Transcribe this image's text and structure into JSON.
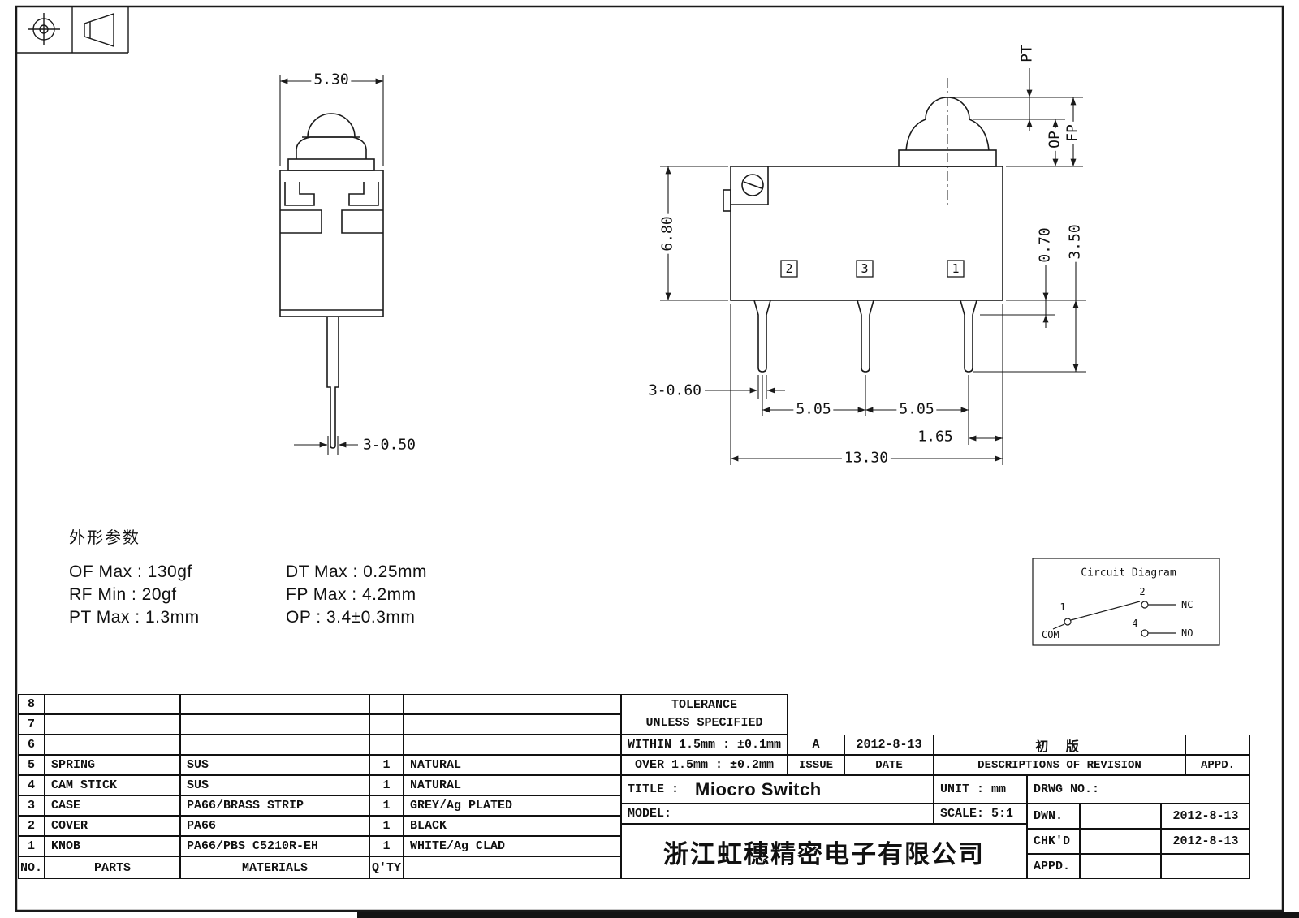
{
  "left_view": {
    "dim_width": "5.30",
    "dim_pin": "3-0.50"
  },
  "right_view": {
    "dim_height": "6.80",
    "dim_pin_width": "3-0.60",
    "dim_pitch_a": "5.05",
    "dim_pitch_b": "5.05",
    "dim_edge": "1.65",
    "dim_total": "13.30",
    "dim_flare": "0.70",
    "dim_pin_len": "3.50",
    "lbl_pt": "PT",
    "lbl_op": "OP",
    "lbl_fp": "FP",
    "terminal_2": "2",
    "terminal_3": "3",
    "terminal_1": "1"
  },
  "params": {
    "heading": "外形参数",
    "col1": [
      "OF Max : 130gf",
      "RF Min : 20gf",
      "PT Max : 1.3mm"
    ],
    "col2": [
      "DT Max : 0.25mm",
      "FP Max : 4.2mm",
      "OP : 3.4±0.3mm"
    ]
  },
  "circuit": {
    "title": "Circuit Diagram",
    "pin_com_no": "1",
    "pin_nc_no": "2",
    "pin_no_no": "4",
    "lbl_com": "COM",
    "lbl_nc": "NC",
    "lbl_no": "NO"
  },
  "parts_list": {
    "rows": [
      {
        "no": "8",
        "parts": "",
        "materials": "",
        "qty": "",
        "finish": ""
      },
      {
        "no": "7",
        "parts": "",
        "materials": "",
        "qty": "",
        "finish": ""
      },
      {
        "no": "6",
        "parts": "",
        "materials": "",
        "qty": "",
        "finish": ""
      },
      {
        "no": "5",
        "parts": "SPRING",
        "materials": "SUS",
        "qty": "1",
        "finish": "NATURAL"
      },
      {
        "no": "4",
        "parts": "CAM STICK",
        "materials": "SUS",
        "qty": "1",
        "finish": "NATURAL"
      },
      {
        "no": "3",
        "parts": "CASE",
        "materials": "PA66/BRASS STRIP",
        "qty": "1",
        "finish": "GREY/Ag PLATED"
      },
      {
        "no": "2",
        "parts": "COVER",
        "materials": "PA66",
        "qty": "1",
        "finish": "BLACK"
      },
      {
        "no": "1",
        "parts": "KNOB",
        "materials": "PA66/PBS C5210R-EH",
        "qty": "1",
        "finish": "WHITE/Ag CLAD"
      }
    ],
    "footer": {
      "no": "NO.",
      "parts": "PARTS",
      "materials": "MATERIALS",
      "qty": "Q'TY",
      "finish": ""
    }
  },
  "tolerance": {
    "line1": "TOLERANCE",
    "line2": "UNLESS  SPECIFIED",
    "within": "WITHIN 1.5mm : ±0.1mm",
    "over": "OVER 1.5mm : ±0.2mm"
  },
  "revision": {
    "issue_value": "A",
    "date_value": "2012-8-13",
    "desc_value": "初 版",
    "issue_label": "ISSUE",
    "date_label": "DATE",
    "desc_label": "DESCRIPTIONS OF REVISION",
    "appd_label": "APPD."
  },
  "info": {
    "title_label": "TITLE :",
    "title_value": "Miocro Switch",
    "model_label": "MODEL:",
    "unit_label": "UNIT :  mm",
    "scale_label": "SCALE:  5:1",
    "drwg_label": "DRWG NO.:",
    "dwn_label": "DWN.",
    "chkd_label": "CHK'D",
    "appd_label": "APPD.",
    "dwn_date": "2012-8-13",
    "chkd_date": "2012-8-13",
    "company": "浙江虹穗精密电子有限公司"
  }
}
